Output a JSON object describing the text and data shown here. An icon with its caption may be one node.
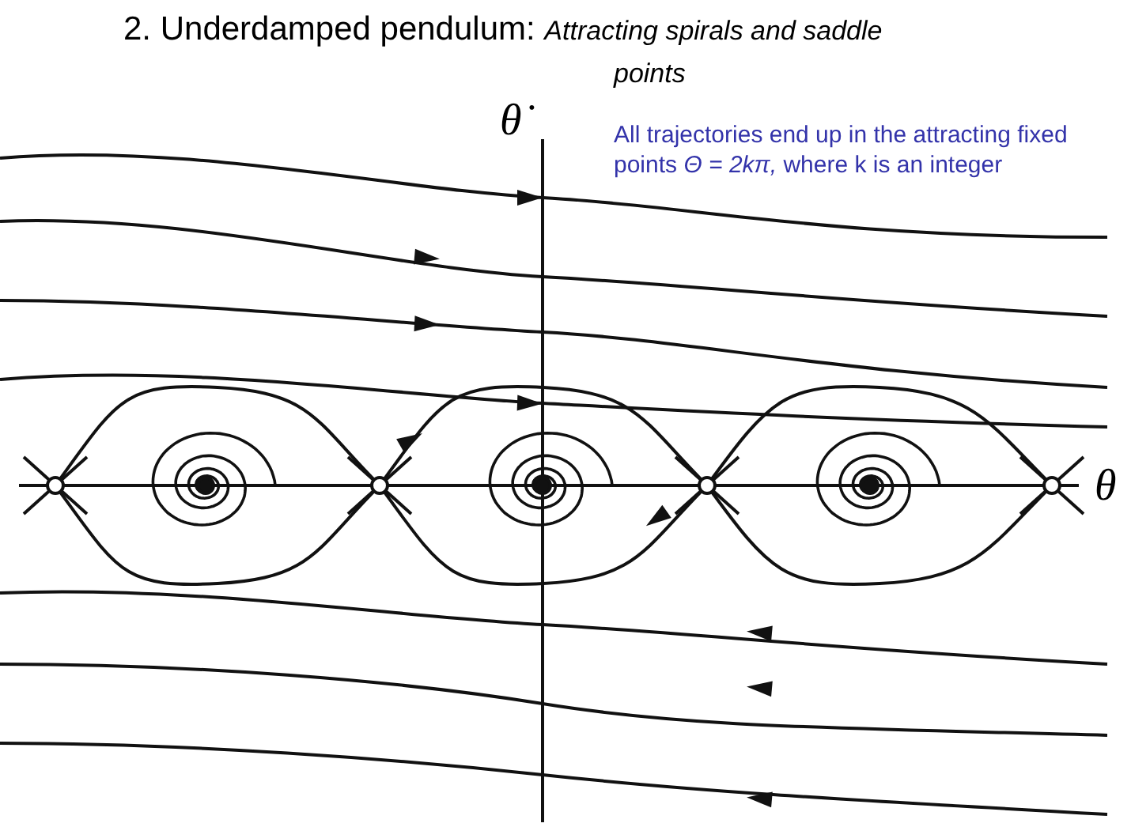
{
  "diagram": {
    "title": "2. Underdamped pendulum: *Attracting spirals and saddle points*",
    "labels": [
      "θ̇",
      "All trajectories end up in the attracting fixed points *Θ = 2kπ,* where k is an integer",
      "θ"
    ]
  }
}
